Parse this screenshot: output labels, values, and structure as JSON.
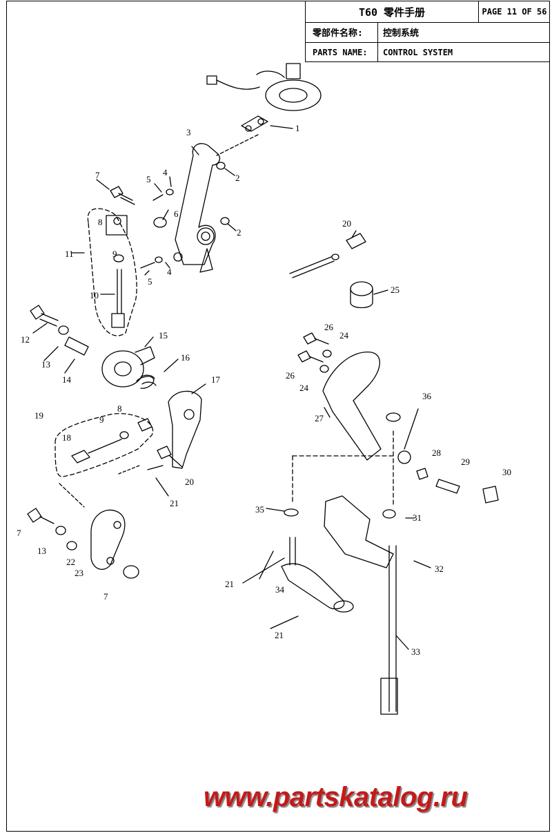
{
  "header": {
    "title": "T60 零件手册",
    "page": "PAGE 11 OF 56",
    "cn_label": "零部件名称:",
    "cn_value": "控制系统",
    "en_label": "PARTS NAME:",
    "en_value": "CONTROL  SYSTEM"
  },
  "callouts": [
    "1",
    "2",
    "2",
    "3",
    "4",
    "4",
    "5",
    "5",
    "6",
    "7",
    "8",
    "9",
    "10",
    "11",
    "12",
    "13",
    "14",
    "15",
    "16",
    "17",
    "19",
    "9",
    "8",
    "18",
    "20",
    "21",
    "7",
    "13",
    "22",
    "23",
    "7",
    "20",
    "25",
    "26",
    "24",
    "26",
    "24",
    "36",
    "27",
    "28",
    "29",
    "30",
    "35",
    "31",
    "32",
    "21",
    "34",
    "21",
    "33"
  ],
  "watermark": "www.partskatalog.ru",
  "colors": {
    "ink": "#000000",
    "watermark": "#c41a1a",
    "shadow": "#8a8a8a"
  }
}
